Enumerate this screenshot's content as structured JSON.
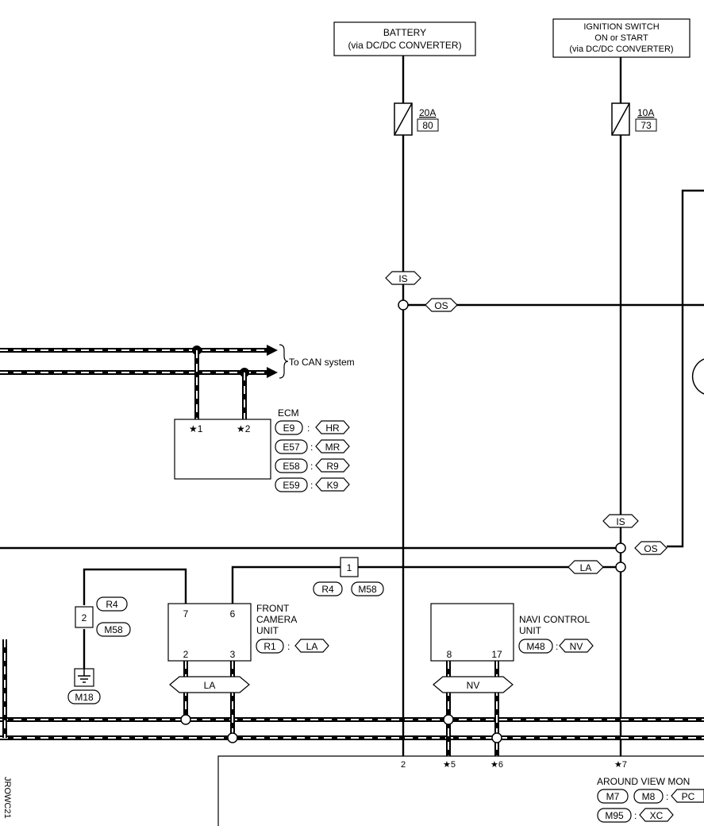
{
  "sources": {
    "battery": [
      "BATTERY",
      "(via DC/DC CONVERTER)"
    ],
    "ignition": [
      "IGNITION SWITCH",
      "ON or START",
      "(via DC/DC CONVERTER)"
    ]
  },
  "fuses": {
    "fuse_20a": {
      "rating": "20A",
      "number": "80"
    },
    "fuse_10a": {
      "rating": "10A",
      "number": "73"
    }
  },
  "harness_tags": {
    "is": "IS",
    "os": "OS",
    "la": "LA",
    "nv": "NV"
  },
  "can": {
    "label": "To CAN system"
  },
  "ecm": {
    "title": "ECM",
    "pin1": "1",
    "pin2": "2",
    "connectors": [
      {
        "conn": "E9",
        "code": "HR"
      },
      {
        "conn": "E57",
        "code": "MR"
      },
      {
        "conn": "E58",
        "code": "R9"
      },
      {
        "conn": "E59",
        "code": "K9"
      }
    ]
  },
  "joint1": {
    "number": "1",
    "conn_a": "R4",
    "conn_b": "M58"
  },
  "joint2": {
    "number": "2",
    "conn_a": "R4",
    "conn_b": "M58"
  },
  "ground": {
    "conn": "M18"
  },
  "camera": {
    "title": [
      "FRONT",
      "CAMERA",
      "UNIT"
    ],
    "conn": "R1",
    "code": "LA",
    "pins": {
      "p7": "7",
      "p6": "6",
      "p2": "2",
      "p3": "3"
    }
  },
  "navi": {
    "title": [
      "NAVI CONTROL",
      "UNIT"
    ],
    "conn": "M48",
    "code": "NV",
    "pins": {
      "p8": "8",
      "p17": "17"
    }
  },
  "avm": {
    "title": "AROUND VIEW MON",
    "conn_a": "M7",
    "conn_b": "M8",
    "code_a": "PC",
    "conn_c": "M95",
    "code_c": "XC",
    "pins": {
      "p2": "2",
      "p5": "5",
      "p6": "6",
      "p7": "7"
    }
  },
  "star": "★",
  "colon": ":",
  "side_code": "JROWC21"
}
